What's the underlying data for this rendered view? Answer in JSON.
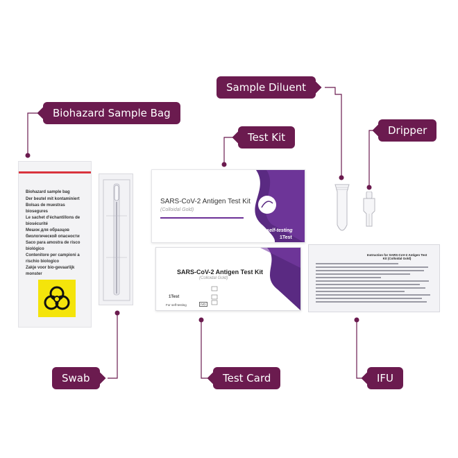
{
  "labels": {
    "biohazard_bag": "Biohazard Sample Bag",
    "test_kit": "Test Kit",
    "sample_diluent": "Sample Diluent",
    "dripper": "Dripper",
    "swab": "Swab",
    "test_card": "Test Card",
    "ifu": "IFU"
  },
  "bag_text": [
    "Biohazard sample bag",
    "Der beutel mit kontaminiert",
    "Bolsas de muestras biosegures",
    "Le sachet d'échantillons de biosécurité",
    "Мешок для образцов биологической опасности",
    "Saco para amostra de risco biológico",
    "Contenitore per campioni a rischio biologico",
    "Zakje voor bio-gevaarlijk monster"
  ],
  "kit": {
    "title": "SARS-CoV-2 Antigen Test Kit",
    "subtitle": "(Colloidal Gold)",
    "self": "For self-testing",
    "count": "1Test"
  },
  "card": {
    "title": "SARS-CoV-2 Antigen Test Kit",
    "subtitle": "(Colloidal Gold)",
    "count": "1Test",
    "self": "For self-testing",
    "ivd": "IVD"
  },
  "ifu": {
    "header": "Instruction for SARS-CoV-2 Antigen Test Kit (Colloidal Gold)"
  },
  "colors": {
    "accent": "#6b1b4f",
    "kit_purple": "#5a2a82",
    "biohazard_yellow": "#f4e40b"
  }
}
